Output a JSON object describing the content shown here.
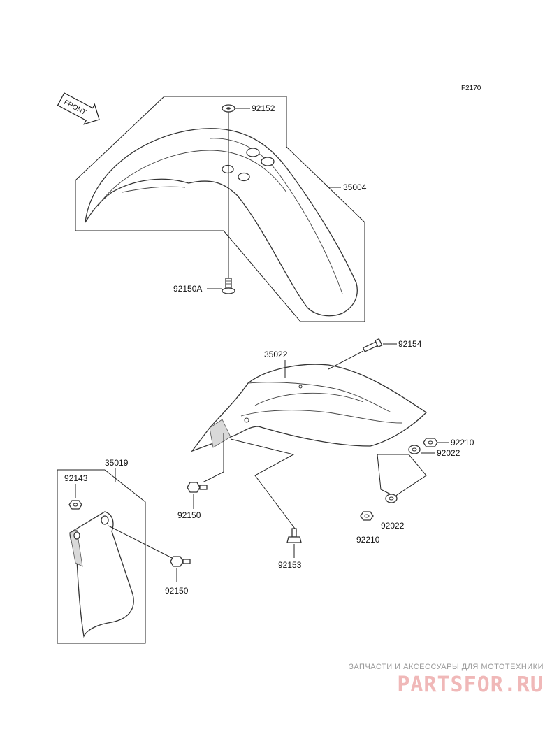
{
  "diagram": {
    "ref_code": "F2170",
    "front_label": "FRONT",
    "callouts": {
      "p92152": "92152",
      "p35004": "35004",
      "p92150A": "92150A",
      "p35022": "35022",
      "p92154": "92154",
      "p92210a": "92210",
      "p92022a": "92022",
      "p35019": "35019",
      "p92143": "92143",
      "p92150b": "92150",
      "p92022b": "92022",
      "p92210b": "92210",
      "p92153": "92153",
      "p92150c": "92150"
    }
  },
  "watermark": {
    "tagline": "ЗАПЧАСТИ И АКСЕССУАРЫ ДЛЯ МОТОТЕХНИКИ",
    "brand": "PARTSFOR.RU"
  }
}
